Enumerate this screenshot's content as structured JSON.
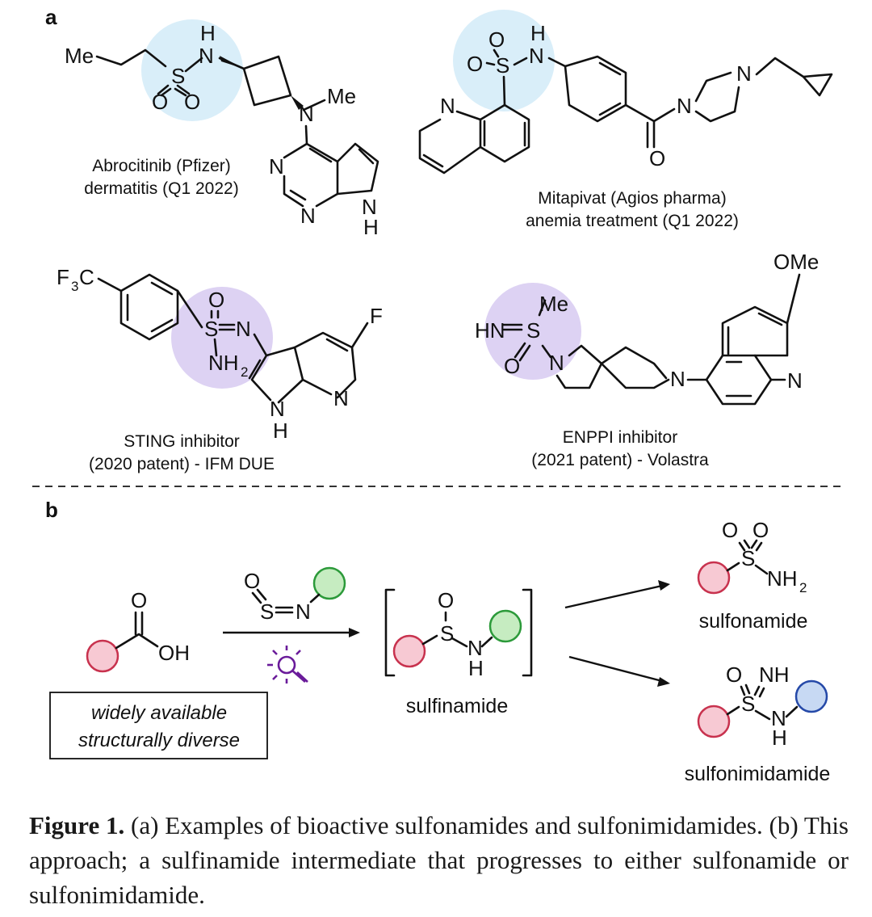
{
  "panel_labels": {
    "a": "a",
    "b": "b"
  },
  "colors": {
    "highlight_blue": "#d9eef9",
    "highlight_purple": "#ddd2f3",
    "red_ball": "#f7c9d3",
    "red_stroke": "#c8324e",
    "green_ball": "#c6ecc1",
    "green_stroke": "#2c9a3a",
    "blue_ball": "#c7d9f3",
    "blue_stroke": "#2549a8",
    "lamp": "#6a1b9a"
  },
  "compounds": {
    "abrocitinib": {
      "name": "Abrocitinib (Pfizer)",
      "use": "dermatitis (Q1 2022)"
    },
    "mitapivat": {
      "name": "Mitapivat (Agios pharma)",
      "use": "anemia treatment (Q1 2022)"
    },
    "sting": {
      "name": "STING inhibitor",
      "use": "(2020 patent) - IFM DUE"
    },
    "enppi": {
      "name": "ENPPI inhibitor",
      "use": "(2021 patent) - Volastra"
    }
  },
  "atoms": {
    "Me": "Me",
    "H": "H",
    "N": "N",
    "S": "S",
    "O": "O",
    "F": "F",
    "F3C_F": "F",
    "F3C_sub": "3",
    "F3C_C": "C",
    "NH2_NH": "NH",
    "NH2_sub": "2",
    "HN": "HN",
    "NH": "NH",
    "OMe": "OMe",
    "OH": "OH"
  },
  "scheme": {
    "box_line1": "widely available",
    "box_line2": "structurally diverse",
    "intermediate": "sulfinamide",
    "product1": "sulfonamide",
    "product2": "sulfonimidamide"
  },
  "caption": {
    "label": "Figure 1.",
    "text": " (a) Examples of bioactive sulfonamides and sulfonimidamides. (b) This approach; a sulfinamide intermediate that progresses to either sulfonamide or sulfonimidamide."
  }
}
